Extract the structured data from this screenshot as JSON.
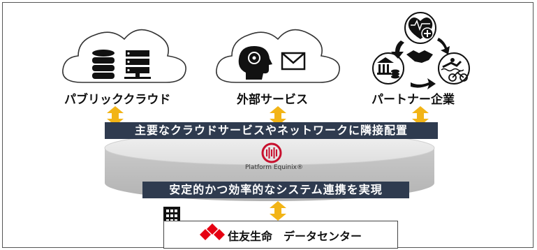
{
  "groups": {
    "public_cloud": "パブリッククラウド",
    "external_services": "外部サービス",
    "partner_companies": "パートナー企業"
  },
  "bands": {
    "top": "主要なクラウドサービスやネットワークに隣接配置",
    "bottom": "安定的かつ効率的なシステム連携を実現"
  },
  "platform": {
    "name": "Platform Equinix®",
    "logo_icon": "equinix-logo-icon"
  },
  "datacenter": {
    "company": "住友生命",
    "label": "データセンター"
  },
  "icons": [
    "database-icon",
    "server-icon",
    "brain-head-icon",
    "envelope-icon",
    "heart-health-icon",
    "handshake-icon",
    "bank-icon",
    "swimming-icon",
    "cycling-icon",
    "building-icon",
    "sumitomo-logo-icon"
  ],
  "colors": {
    "arrow": "#f2b416",
    "band": "#2f3b4f",
    "logo_red": "#c8102e",
    "sumitomo_red": "#e60012"
  }
}
